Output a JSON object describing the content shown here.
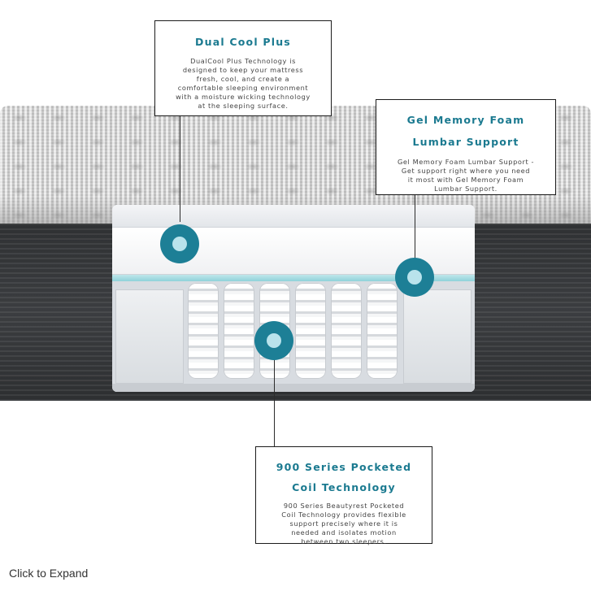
{
  "callouts": {
    "dual_cool": {
      "title": "Dual Cool Plus",
      "lines": [
        "DualCool Plus Technology is",
        "designed to keep your mattress",
        "fresh, cool, and create a",
        "comfortable sleeping environment",
        "with a moisture wicking technology",
        "at the sleeping surface."
      ]
    },
    "gel_foam": {
      "title_lines": [
        "Gel Memory Foam",
        "Lumbar Support"
      ],
      "lines": [
        "Gel Memory Foam Lumbar Support -",
        "Get support right where you need",
        "it most with Gel Memory Foam",
        "Lumbar Support."
      ]
    },
    "coil": {
      "title_lines": [
        "900 Series Pocketed",
        "Coil Technology"
      ],
      "lines": [
        "900 Series Beautyrest Pocketed",
        "Coil Technology provides flexible",
        "support precisely where it is",
        "needed and isolates motion",
        "between two sleepers."
      ]
    }
  },
  "footer": {
    "expand_label": "Click to Expand"
  },
  "colors": {
    "accent": "#1b7a90",
    "marker": "#1d7f96",
    "marker_dot": "#b9e3ec",
    "cover_dark": "#34363a"
  },
  "icons": {
    "marker": "teal-circle-marker"
  }
}
